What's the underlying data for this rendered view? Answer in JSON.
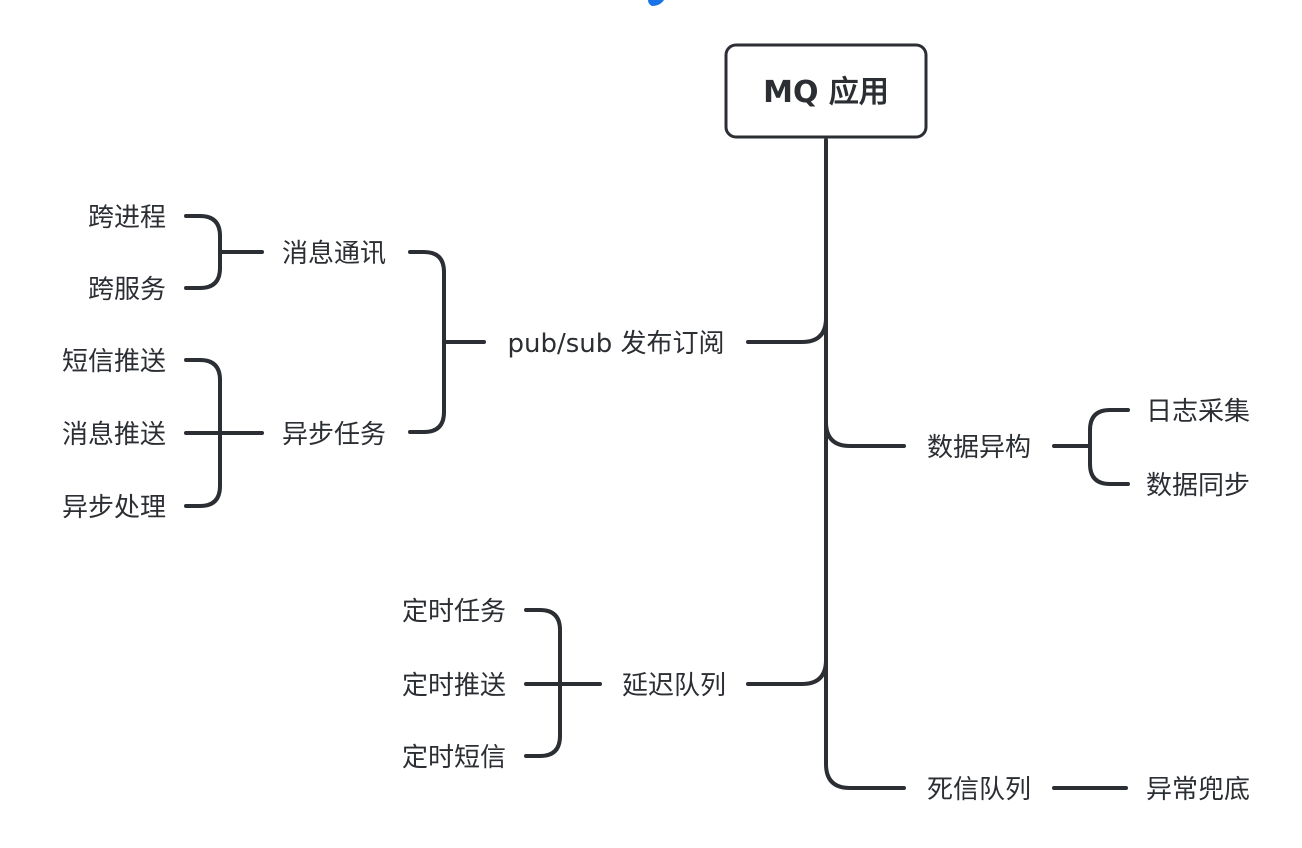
{
  "colors": {
    "line": "#2b2e33",
    "text": "#2b2e33",
    "accent": "#1a73e8",
    "background": "#ffffff"
  },
  "root": {
    "label": "MQ 应用"
  },
  "branches": {
    "pubsub": {
      "label": "pub/sub 发布订阅",
      "messaging": {
        "label": "消息通讯",
        "leaves": [
          "跨进程",
          "跨服务"
        ]
      },
      "async_task": {
        "label": "异步任务",
        "leaves": [
          "短信推送",
          "消息推送",
          "异步处理"
        ]
      }
    },
    "data_hetero": {
      "label": "数据异构",
      "leaves": [
        "日志采集",
        "数据同步"
      ]
    },
    "delay_queue": {
      "label": "延迟队列",
      "leaves": [
        "定时任务",
        "定时推送",
        "定时短信"
      ]
    },
    "dead_letter": {
      "label": "死信队列",
      "leaves": [
        "异常兜底"
      ]
    }
  }
}
